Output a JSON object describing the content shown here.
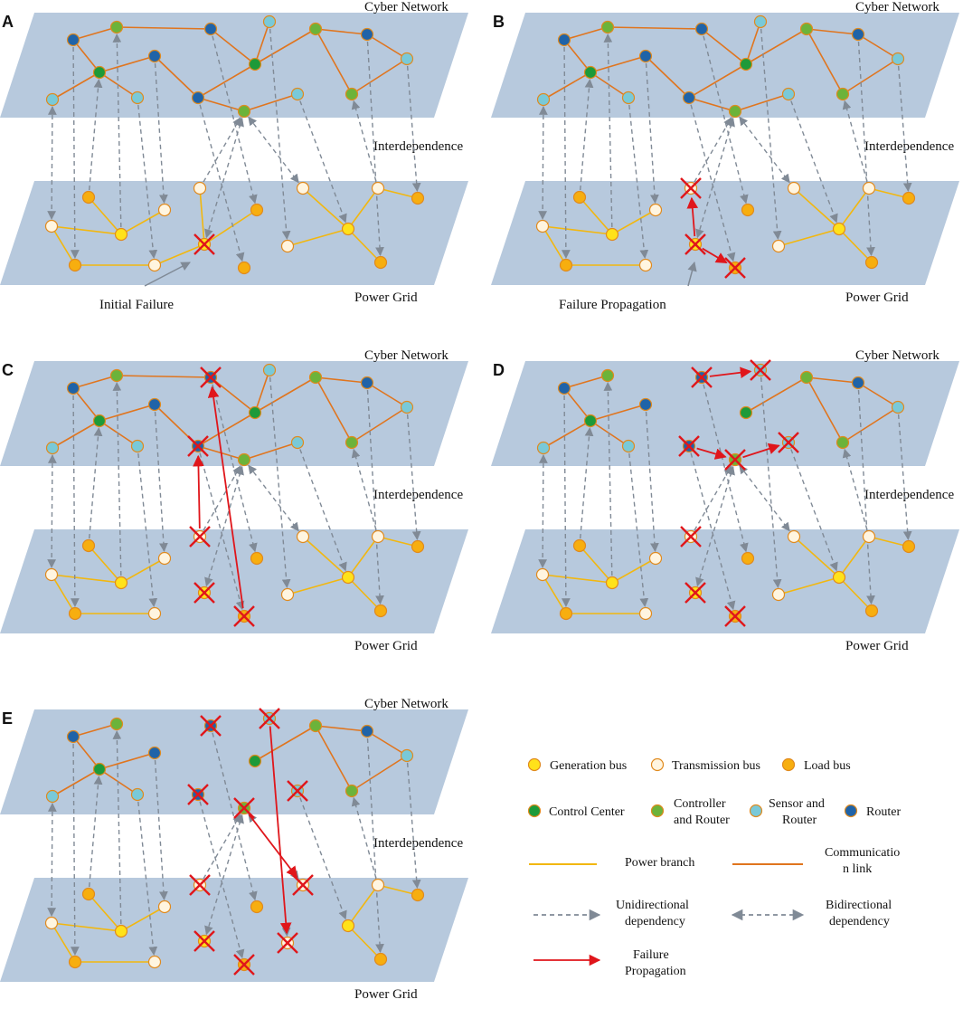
{
  "colors": {
    "plane": "#b7c9dd",
    "power_branch": "#f2b70f",
    "comm_link": "#e0751e",
    "failure": "#e0161b",
    "dep_arrow": "#808a96",
    "generation": "#ffe21a",
    "transmission": "#fff5e0",
    "load": "#f7ae0f",
    "control_center": "#1d9a39",
    "controller_router": "#6cb33a",
    "sensor_router": "#79c9d8",
    "router": "#1f63a8",
    "node_stroke": "#e08a1e"
  },
  "labels": {
    "cyber": "Cyber Network",
    "interdependence": "Interdependence",
    "power": "Power Grid"
  },
  "panels": [
    {
      "letter": "A",
      "annotation": "Initial Failure"
    },
    {
      "letter": "B",
      "annotation": "Failure Propagation"
    },
    {
      "letter": "C",
      "annotation": ""
    },
    {
      "letter": "D",
      "annotation": ""
    },
    {
      "letter": "E",
      "annotation": ""
    }
  ],
  "legend": {
    "generation_bus": "Generation bus",
    "transmission_bus": "Transmission bus",
    "load_bus": "Load bus",
    "control_center": "Control Center",
    "controller_router_1": "Controller",
    "controller_router_2": "and Router",
    "sensor_router_1": "Sensor and",
    "sensor_router_2": "Router",
    "router": "Router",
    "power_branch": "Power branch",
    "comm_link_1": "Communicatio",
    "comm_link_2": "n link",
    "uni_dep_1": "Unidirectional",
    "uni_dep_2": "dependency",
    "bi_dep_1": "Bidirectional",
    "bi_dep_2": "dependency",
    "failure_1": "Failure",
    "failure_2": "Propagation"
  }
}
